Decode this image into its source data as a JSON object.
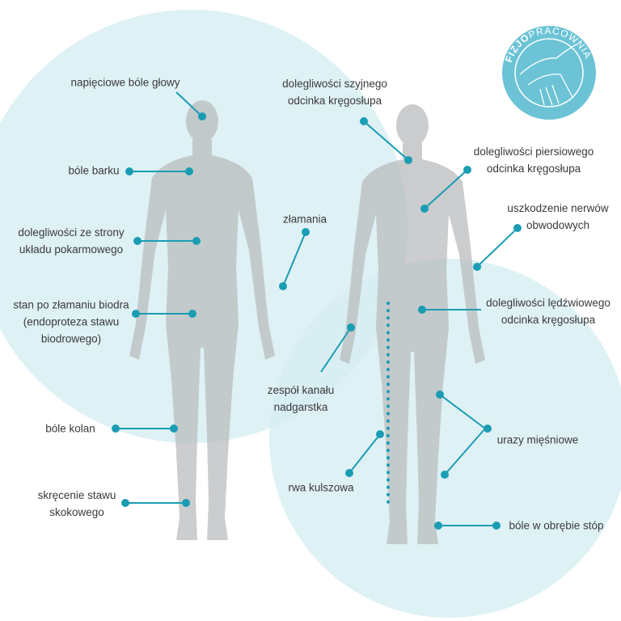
{
  "logo": {
    "text_bold": "FIZJO",
    "text_light": "PRACOWNIA"
  },
  "colors": {
    "circle": "#d6eef2",
    "accent": "#1a9db3",
    "body": "#c2c4c6",
    "logo": "#6cc3d6"
  },
  "labels": {
    "head": "napięciowe bóle głowy",
    "shoulder": "bóle barku",
    "digestive_1": "dolegliwości ze strony",
    "digestive_2": "układu pokarmowego",
    "hip_1": "stan po złamaniu biodra",
    "hip_2": "(endoproteza stawu",
    "hip_3": "biodrowego)",
    "knee": "bóle kolan",
    "ankle_1": "skręcenie stawu",
    "ankle_2": "skokowego",
    "cervical_1": "dolegliwości szyjnego",
    "cervical_2": "odcinka kręgosłupa",
    "fracture": "złamania",
    "thoracic_1": "dolegliwości piersiowego",
    "thoracic_2": "odcinka kręgosłupa",
    "nerves_1": "uszkodzenie nerwów",
    "nerves_2": "obwodowych",
    "lumbar_1": "dolegliwości lędźwiowego",
    "lumbar_2": "odcinka kręgosłupa",
    "carpal_1": "zespół kanału",
    "carpal_2": "nadgarstka",
    "muscle": "urazy mięśniowe",
    "sciatica": "rwa kulszowa",
    "feet": "bóle w obrębie stóp"
  }
}
